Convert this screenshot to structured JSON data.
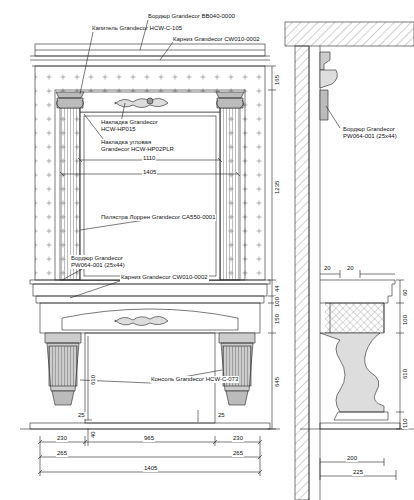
{
  "diagram": {
    "labels": [
      "Бордюр Grandecor BB040-0000",
      "Капитель Grandecor HCW-C-105",
      "Карниз Grandecor CW010-0002",
      "Накладка Grandecor HCW-HP015",
      "Накладка угловая Grandecor HCW-HP02PLR",
      "1110",
      "1405",
      "Пилястра Лоррен Grandecor CA550-0001",
      "Бордюр Grandecor PW064-001 (25x44)",
      "Карниз Grandecor CW010-0002",
      "Консоль Grandecor HCW-C-073",
      "Бордюр Grandecor PW064-001 (25x44)",
      "165",
      "1235",
      "44",
      "100",
      "150",
      "645",
      "610",
      "25",
      "25",
      "40",
      "230",
      "965",
      "230",
      "265",
      "265",
      "1405",
      "20",
      "20",
      "60",
      "100",
      "610",
      "110",
      "200",
      "225"
    ]
  }
}
